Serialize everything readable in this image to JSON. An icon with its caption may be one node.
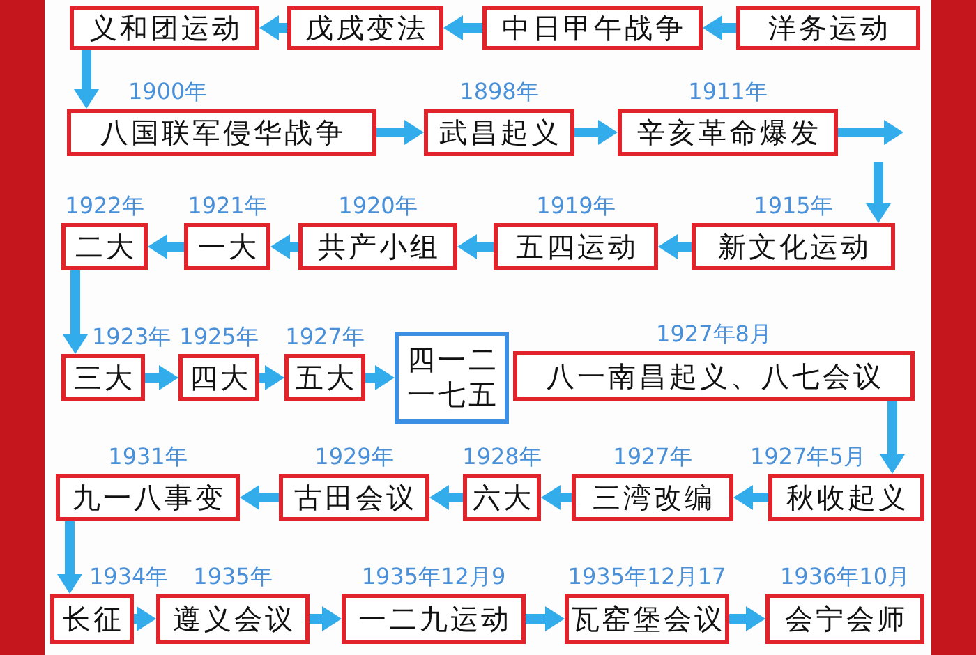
{
  "diagram": {
    "nodes": [
      {
        "text": [
          "义和团运动"
        ]
      },
      {
        "text": [
          "戊戌变法"
        ]
      },
      {
        "text": [
          "中日甲午战争"
        ]
      },
      {
        "text": [
          "洋务运动"
        ]
      },
      {
        "text": [
          "八国联军侵华战争"
        ],
        "beside": [
          "1900年"
        ]
      },
      {
        "text": [
          "武昌起义"
        ],
        "beside": [
          "1898年"
        ]
      },
      {
        "text": [
          "辛亥革命爆发"
        ],
        "beside": [
          "1911年"
        ]
      },
      {
        "text": [
          "二大"
        ],
        "beside": [
          "1922年"
        ]
      },
      {
        "text": [
          "一大"
        ],
        "beside": [
          "1921年"
        ]
      },
      {
        "text": [
          "共产小组"
        ],
        "beside": [
          "1920年"
        ]
      },
      {
        "text": [
          "五四运动"
        ],
        "beside": [
          "1919年"
        ]
      },
      {
        "text": [
          "新文化运动"
        ],
        "beside": [
          "1915年"
        ]
      },
      {
        "text": [
          "三大"
        ],
        "beside": [
          "1923年"
        ]
      },
      {
        "text": [
          "四大"
        ],
        "beside": [
          "1925年"
        ]
      },
      {
        "text": [
          "五大"
        ],
        "beside": [
          "1927年"
        ]
      },
      {
        "text": [
          "四一二",
          "一七五"
        ]
      },
      {
        "text": [
          "八一南昌起义、八七会议"
        ],
        "beside": [
          "1927年8月"
        ]
      },
      {
        "text": [
          "九一八事变"
        ],
        "beside": [
          "1931年"
        ]
      },
      {
        "text": [
          "古田会议"
        ],
        "beside": [
          "1929年"
        ]
      },
      {
        "text": [
          "六大"
        ],
        "beside": [
          "1928年"
        ]
      },
      {
        "text": [
          "三湾改编"
        ],
        "beside": [
          "1927年"
        ]
      },
      {
        "text": [
          "秋收起义"
        ],
        "beside": [
          "1927年5月"
        ]
      },
      {
        "text": [
          "长征"
        ],
        "beside": [
          "1934年"
        ]
      },
      {
        "text": [
          "遵义会议"
        ],
        "beside": [
          "1935年"
        ]
      },
      {
        "text": [
          "一二九运动"
        ],
        "beside": [
          "1935年12月9"
        ]
      },
      {
        "text": [
          "瓦窑堡会议"
        ],
        "beside": [
          "1935年12月17"
        ]
      },
      {
        "text": [
          "会宁会师"
        ],
        "beside": [
          "1936年10月"
        ]
      }
    ],
    "edges": [
      {
        "from": 3,
        "to": 2,
        "arrow": "to"
      },
      {
        "from": 2,
        "to": 1,
        "arrow": "to"
      },
      {
        "from": 1,
        "to": 0,
        "arrow": "to"
      },
      {
        "from": 0,
        "to": 4,
        "arrow": "to"
      },
      {
        "from": 4,
        "to": 5,
        "arrow": "to"
      },
      {
        "from": 5,
        "to": 6,
        "arrow": "to"
      },
      {
        "from": 6,
        "to": null,
        "arrow": "to"
      },
      {
        "from": null,
        "to": 11,
        "arrow": "to"
      },
      {
        "from": 11,
        "to": 10,
        "arrow": "to"
      },
      {
        "from": 10,
        "to": 9,
        "arrow": "to"
      },
      {
        "from": 9,
        "to": 8,
        "arrow": "to"
      },
      {
        "from": 8,
        "to": 7,
        "arrow": "to"
      },
      {
        "from": 7,
        "to": 12,
        "arrow": "to"
      },
      {
        "from": 12,
        "to": 13,
        "arrow": "to"
      },
      {
        "from": 13,
        "to": 14,
        "arrow": "to"
      },
      {
        "from": 14,
        "to": 15,
        "arrow": "to"
      },
      {
        "from": 16,
        "to": 21,
        "arrow": "to"
      },
      {
        "from": 21,
        "to": 20,
        "arrow": "to"
      },
      {
        "from": 20,
        "to": 19,
        "arrow": "to"
      },
      {
        "from": 19,
        "to": 18,
        "arrow": "to"
      },
      {
        "from": 18,
        "to": 17,
        "arrow": "to"
      },
      {
        "from": 17,
        "to": 22,
        "arrow": "to"
      },
      {
        "from": 22,
        "to": 23,
        "arrow": "to"
      },
      {
        "from": 23,
        "to": 24,
        "arrow": "to"
      },
      {
        "from": 24,
        "to": 25,
        "arrow": "to"
      },
      {
        "from": 25,
        "to": 26,
        "arrow": "to"
      }
    ]
  }
}
